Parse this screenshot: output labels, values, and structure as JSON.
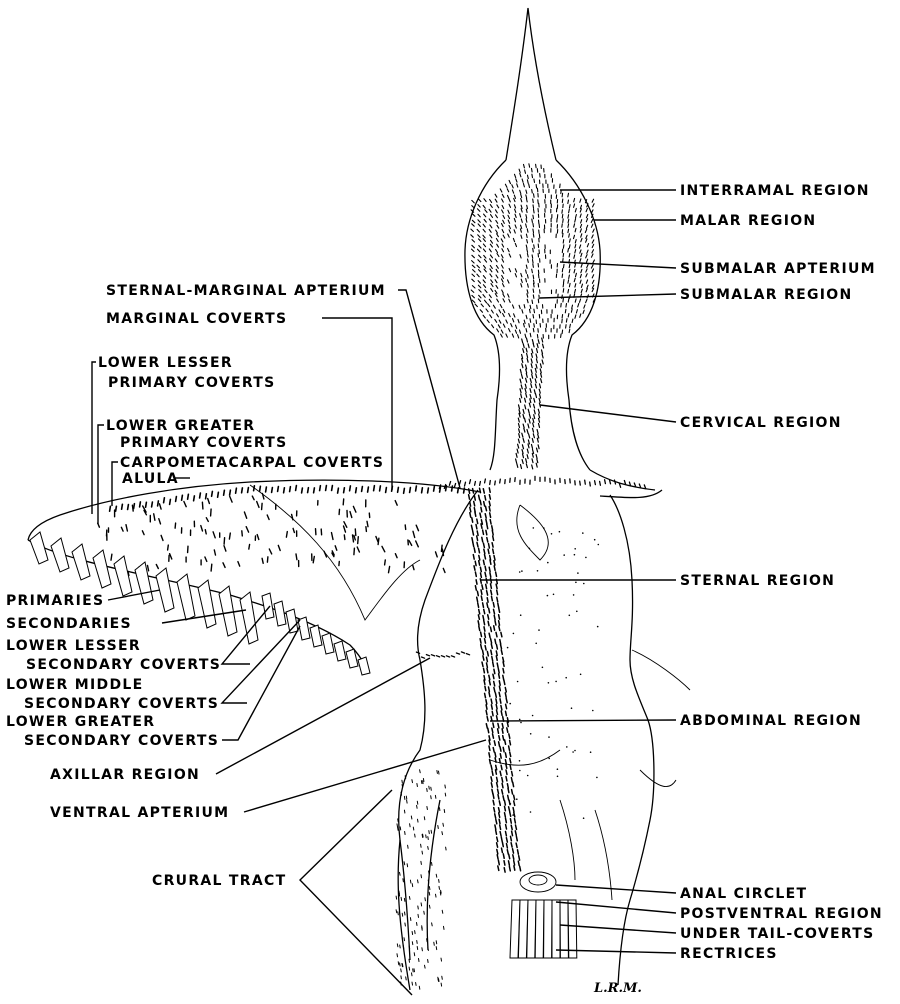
{
  "labels": {
    "interramal_region": "INTERRAMAL REGION",
    "malar_region": "MALAR REGION",
    "submalar_apterium": "SUBMALAR APTERIUM",
    "submalar_region": "SUBMALAR REGION",
    "cervical_region": "CERVICAL REGION",
    "sternal_region": "STERNAL REGION",
    "abdominal_region": "ABDOMINAL REGION",
    "anal_circlet": "ANAL CIRCLET",
    "postventral_region": "POSTVENTRAL REGION",
    "under_tail_coverts": "UNDER TAIL-COVERTS",
    "rectrices": "RECTRICES",
    "sternal_marginal_apterium": "STERNAL-MARGINAL APTERIUM",
    "marginal_coverts": "MARGINAL COVERTS",
    "lower_lesser_primary_coverts_1": "LOWER LESSER",
    "lower_lesser_primary_coverts_2": "PRIMARY COVERTS",
    "lower_greater_primary_coverts_1": "LOWER GREATER",
    "lower_greater_primary_coverts_2": "PRIMARY COVERTS",
    "carpometacarpal_coverts": "CARPOMETACARPAL COVERTS",
    "alula": "ALULA",
    "primaries": "PRIMARIES",
    "secondaries": "SECONDARIES",
    "lower_lesser_secondary_coverts_1": "LOWER LESSER",
    "lower_lesser_secondary_coverts_2": "SECONDARY COVERTS",
    "lower_middle_secondary_coverts_1": "LOWER MIDDLE",
    "lower_middle_secondary_coverts_2": "SECONDARY COVERTS",
    "lower_greater_secondary_coverts_1": "LOWER GREATER",
    "lower_greater_secondary_coverts_2": "SECONDARY COVERTS",
    "axillar_region": "AXILLAR REGION",
    "ventral_apterium": "VENTRAL APTERIUM",
    "crural_tract": "CRURAL TRACT"
  },
  "signature": "L.R.M."
}
